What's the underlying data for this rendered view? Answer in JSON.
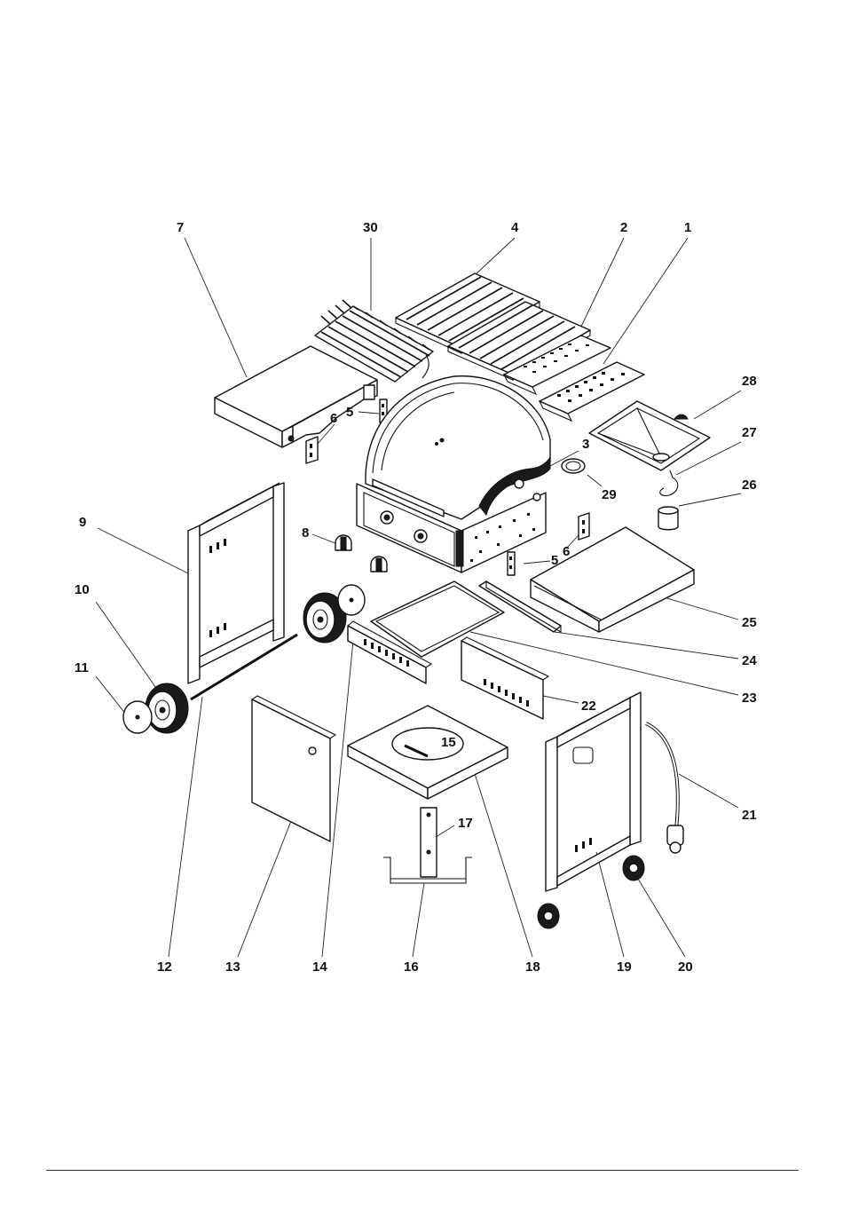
{
  "diagram": {
    "type": "exploded-parts-view",
    "labels": {
      "p1": "1",
      "p2": "2",
      "p3": "3",
      "p4": "4",
      "p5a": "5",
      "p5b": "5",
      "p6a": "6",
      "p6b": "6",
      "p7": "7",
      "p8": "8",
      "p9": "9",
      "p10": "10",
      "p11": "11",
      "p12": "12",
      "p13": "13",
      "p14": "14",
      "p15": "15",
      "p16": "16",
      "p17": "17",
      "p18": "18",
      "p19": "19",
      "p20": "20",
      "p21": "21",
      "p22": "22",
      "p23": "23",
      "p24": "24",
      "p25": "25",
      "p26": "26",
      "p27": "27",
      "p28": "28",
      "p29": "29",
      "p30": "30"
    }
  }
}
